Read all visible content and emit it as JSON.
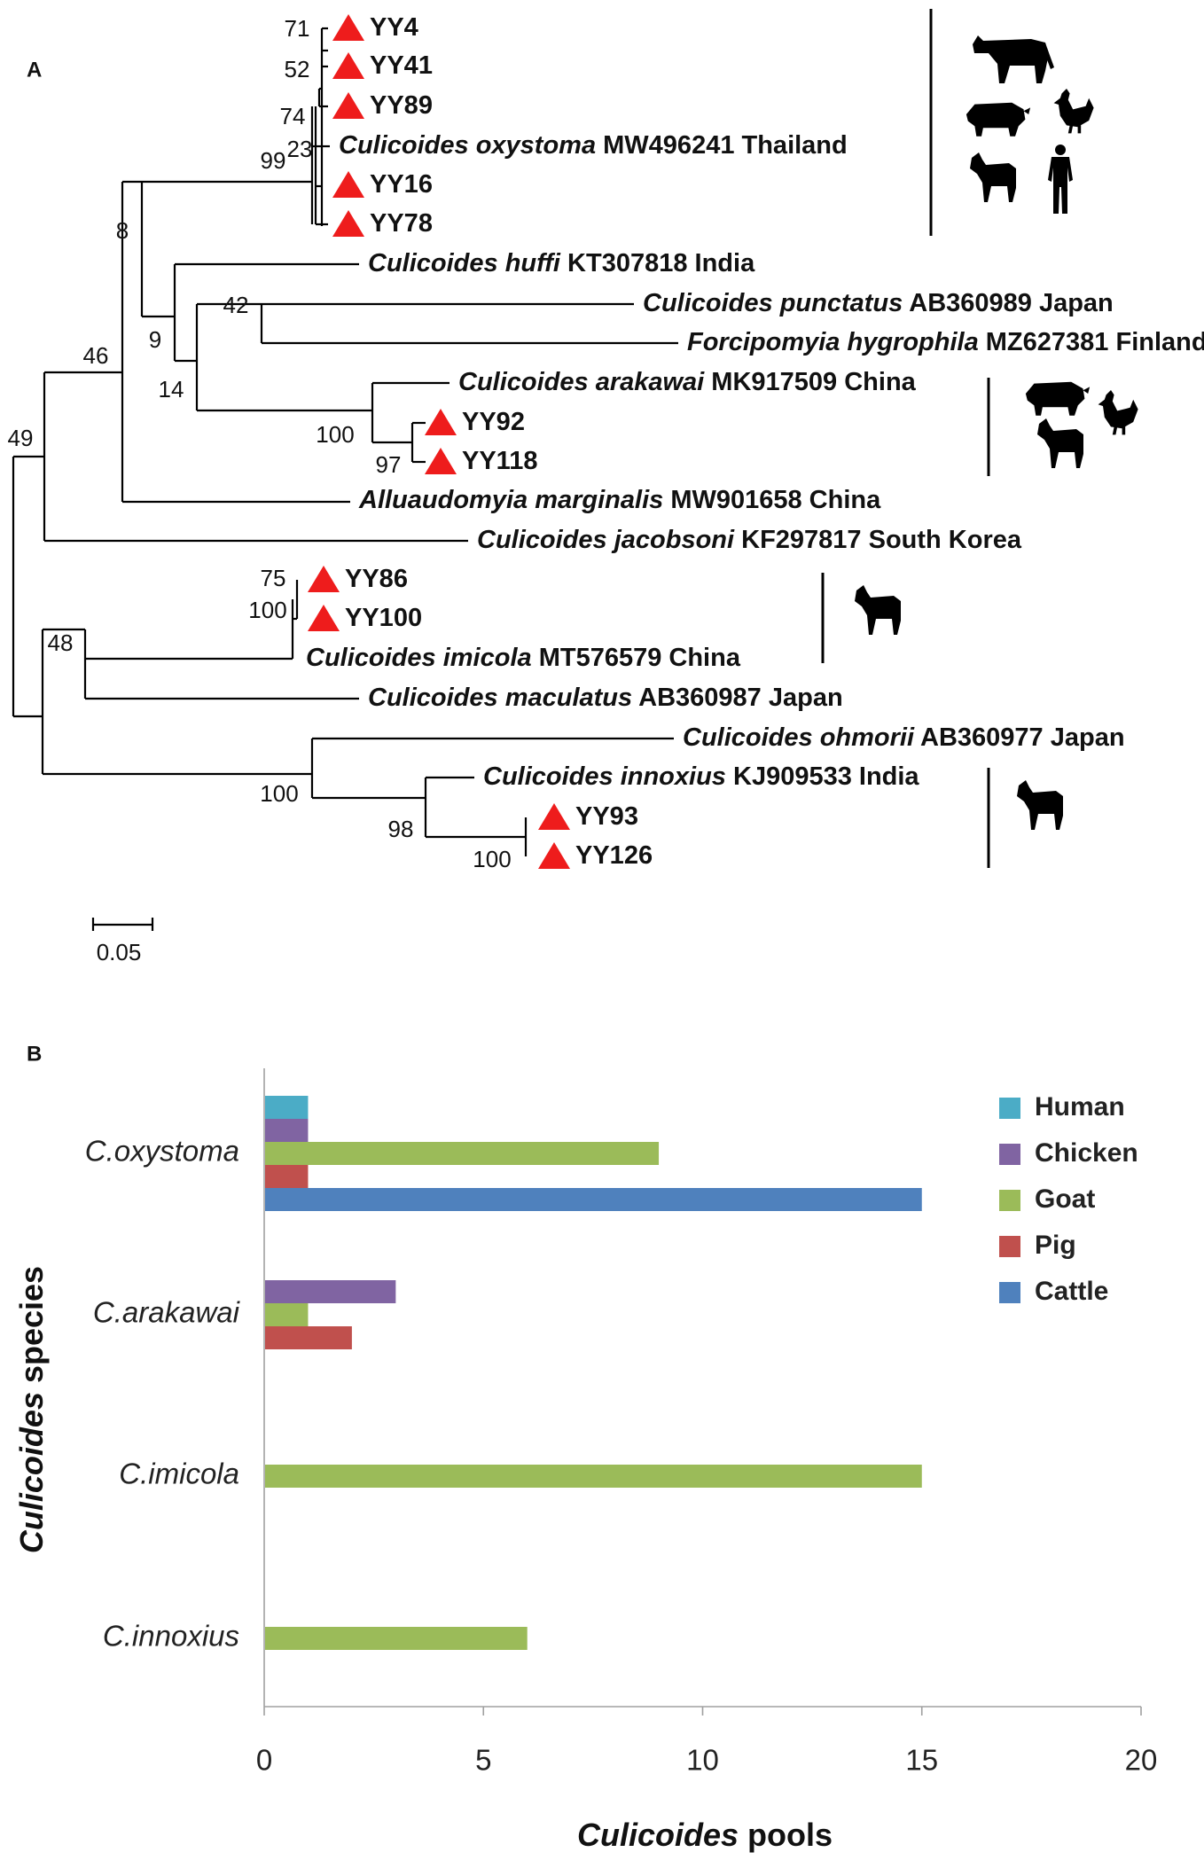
{
  "panel_a": {
    "label": "A",
    "scale_bar": {
      "value": "0.05"
    },
    "tree": {
      "leaves": [
        {
          "id": "yy4",
          "parts": [
            [
              "YY4",
              false
            ]
          ],
          "marker": true
        },
        {
          "id": "yy41",
          "parts": [
            [
              "YY41",
              false
            ]
          ],
          "marker": true
        },
        {
          "id": "yy89",
          "parts": [
            [
              "YY89",
              false
            ]
          ],
          "marker": true
        },
        {
          "id": "oxystoma",
          "parts": [
            [
              "Culicoides oxystoma",
              true
            ],
            [
              " MW496241 Thailand",
              false
            ]
          ],
          "marker": false
        },
        {
          "id": "yy16",
          "parts": [
            [
              "YY16",
              false
            ]
          ],
          "marker": true
        },
        {
          "id": "yy78",
          "parts": [
            [
              "YY78",
              false
            ]
          ],
          "marker": true
        },
        {
          "id": "huffi",
          "parts": [
            [
              "Culicoides huffi",
              true
            ],
            [
              " KT307818 India",
              false
            ]
          ],
          "marker": false
        },
        {
          "id": "punctatus",
          "parts": [
            [
              "Culicoides punctatus",
              true
            ],
            [
              " AB360989 Japan",
              false
            ]
          ],
          "marker": false
        },
        {
          "id": "hygrophila",
          "parts": [
            [
              "Forcipomyia hygrophila",
              true
            ],
            [
              " MZ627381 Finland",
              false
            ]
          ],
          "marker": false
        },
        {
          "id": "arakawai",
          "parts": [
            [
              "Culicoides arakawai",
              true
            ],
            [
              " MK917509 China",
              false
            ]
          ],
          "marker": false
        },
        {
          "id": "yy92",
          "parts": [
            [
              "YY92",
              false
            ]
          ],
          "marker": true
        },
        {
          "id": "yy118",
          "parts": [
            [
              "YY118",
              false
            ]
          ],
          "marker": true
        },
        {
          "id": "alluaudomyia",
          "parts": [
            [
              "Alluaudomyia marginalis",
              true
            ],
            [
              " MW901658 China",
              false
            ]
          ],
          "marker": false
        },
        {
          "id": "jacobsoni",
          "parts": [
            [
              "Culicoides jacobsoni",
              true
            ],
            [
              " KF297817 South Korea",
              false
            ]
          ],
          "marker": false
        },
        {
          "id": "yy86",
          "parts": [
            [
              "YY86",
              false
            ]
          ],
          "marker": true
        },
        {
          "id": "yy100",
          "parts": [
            [
              "YY100",
              false
            ]
          ],
          "marker": true
        },
        {
          "id": "imicola",
          "parts": [
            [
              "Culicoides imicola",
              true
            ],
            [
              " MT576579 China",
              false
            ]
          ],
          "marker": false
        },
        {
          "id": "maculatus",
          "parts": [
            [
              "Culicoides maculatus",
              true
            ],
            [
              " AB360987 Japan",
              false
            ]
          ],
          "marker": false
        },
        {
          "id": "ohmorii",
          "parts": [
            [
              "Culicoides ohmorii",
              true
            ],
            [
              " AB360977 Japan",
              false
            ]
          ],
          "marker": false
        },
        {
          "id": "innoxius",
          "parts": [
            [
              "Culicoides innoxius",
              true
            ],
            [
              " KJ909533 India",
              false
            ]
          ],
          "marker": false
        },
        {
          "id": "yy93",
          "parts": [
            [
              "YY93",
              false
            ]
          ],
          "marker": true
        },
        {
          "id": "yy126",
          "parts": [
            [
              "YY126",
              false
            ]
          ],
          "marker": true
        }
      ],
      "bootstrap": [
        "71",
        "52",
        "74",
        "23",
        "99",
        "8",
        "42",
        "9",
        "14",
        "100",
        "97",
        "46",
        "49",
        "75",
        "100",
        "48",
        "100",
        "98",
        "100"
      ],
      "host_groups": [
        {
          "clade": "Culicoides oxystoma",
          "hosts": [
            "cattle",
            "pig",
            "chicken",
            "goat",
            "human"
          ]
        },
        {
          "clade": "Culicoides arakawai",
          "hosts": [
            "pig",
            "chicken",
            "goat"
          ]
        },
        {
          "clade": "Culicoides imicola",
          "hosts": [
            "goat"
          ]
        },
        {
          "clade": "Culicoides innoxius",
          "hosts": [
            "goat"
          ]
        }
      ]
    }
  },
  "panel_b": {
    "label": "B",
    "chart_data": {
      "type": "bar",
      "orientation": "horizontal",
      "xlabel": [
        [
          "Culicoides",
          true
        ],
        [
          " pools",
          false
        ]
      ],
      "ylabel": [
        [
          "Culicoides",
          true
        ],
        [
          " species",
          false
        ]
      ],
      "xlim": [
        0,
        20
      ],
      "xticks": [
        "0",
        "5",
        "10",
        "15",
        "20"
      ],
      "categories": [
        "C.oxystoma",
        "C.arakawai",
        "C.imicola",
        "C.innoxius"
      ],
      "series": [
        {
          "name": "Human",
          "color": "#4bacc6",
          "values": [
            1,
            0,
            0,
            0
          ]
        },
        {
          "name": "Chicken",
          "color": "#8064a2",
          "values": [
            1,
            3,
            0,
            0
          ]
        },
        {
          "name": "Goat",
          "color": "#9bbb59",
          "values": [
            9,
            1,
            15,
            6
          ]
        },
        {
          "name": "Pig",
          "color": "#c0504d",
          "values": [
            1,
            2,
            0,
            0
          ]
        },
        {
          "name": "Cattle",
          "color": "#4f81bd",
          "values": [
            15,
            0,
            0,
            0
          ]
        }
      ],
      "legend_position": "top-right",
      "grid": false
    }
  },
  "colors": {
    "marker": "#ee1c1c",
    "line": "#000000",
    "axis": "#a0a0a0"
  }
}
